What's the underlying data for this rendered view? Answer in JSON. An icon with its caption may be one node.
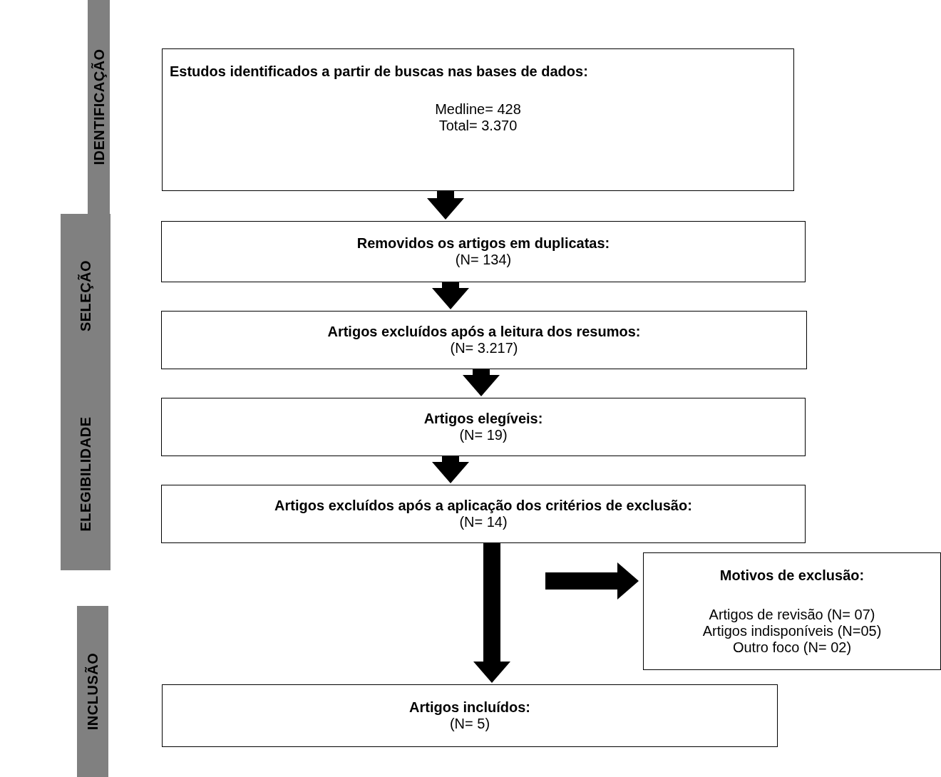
{
  "diagram": {
    "nodes": [
      {
        "text": [
          "IDENTIFICAÇÃO"
        ]
      },
      {
        "text": [
          "Estudos identificados a partir de buscas nas bases de dados:",
          "Medline= 428",
          "Total= 3.370"
        ]
      },
      {
        "text": [
          "SELEÇÃO"
        ]
      },
      {
        "text": [
          "Removidos os artigos em duplicatas:",
          "(N= 134)"
        ]
      },
      {
        "text": [
          "Artigos excluídos após a leitura dos resumos:",
          "(N= 3.217)"
        ]
      },
      {
        "text": [
          "ELEGIBILIDADE"
        ]
      },
      {
        "text": [
          "Artigos elegíveis:",
          "(N= 19)"
        ]
      },
      {
        "text": [
          "Artigos excluídos após a aplicação dos critérios de exclusão:",
          "(N= 14)"
        ]
      },
      {
        "text": [
          "Motivos de exclusão:",
          "Artigos de revisão (N= 07)",
          "Artigos indisponíveis (N=05)",
          "Outro foco (N= 02)"
        ]
      },
      {
        "text": [
          "INCLUSÃO"
        ]
      },
      {
        "text": [
          "Artigos incluídos:",
          "(N= 5)"
        ]
      }
    ],
    "edges": [
      {
        "from": 1,
        "to": 3,
        "arrow": "to"
      },
      {
        "from": 3,
        "to": 4,
        "arrow": "to"
      },
      {
        "from": 4,
        "to": 6,
        "arrow": "to"
      },
      {
        "from": 6,
        "to": 7,
        "arrow": "to"
      },
      {
        "from": 7,
        "to": 10,
        "arrow": "to"
      },
      {
        "from": null,
        "to": 8,
        "arrow": "to"
      }
    ]
  }
}
